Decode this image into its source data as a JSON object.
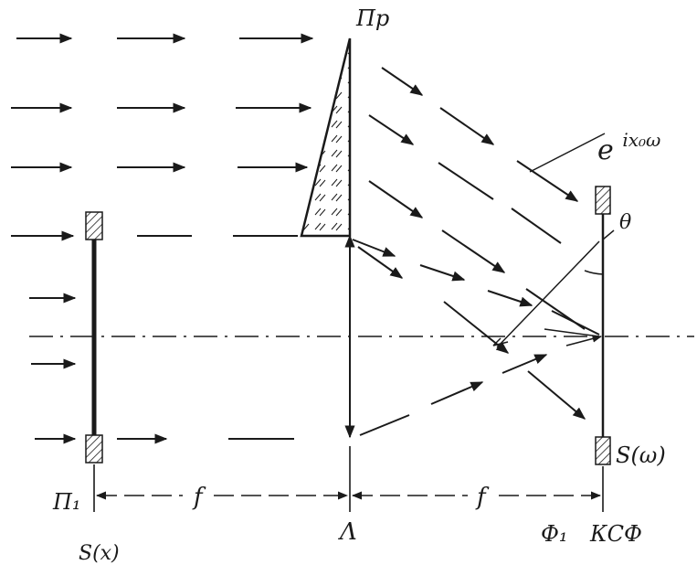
{
  "labels": {
    "prism": "Пр",
    "exponent_base": "e",
    "exponent_power": "ix₀ω",
    "angle": "θ",
    "plane_input": "П₁",
    "input_signal": "S(x)",
    "focal_left": "f",
    "focal_right": "f",
    "lens": "Λ",
    "filter": "Ф₁",
    "output_plane": "КСФ",
    "spectrum": "S(ω)"
  },
  "colors": {
    "ink": "#1a1a1a",
    "background": "#ffffff"
  }
}
